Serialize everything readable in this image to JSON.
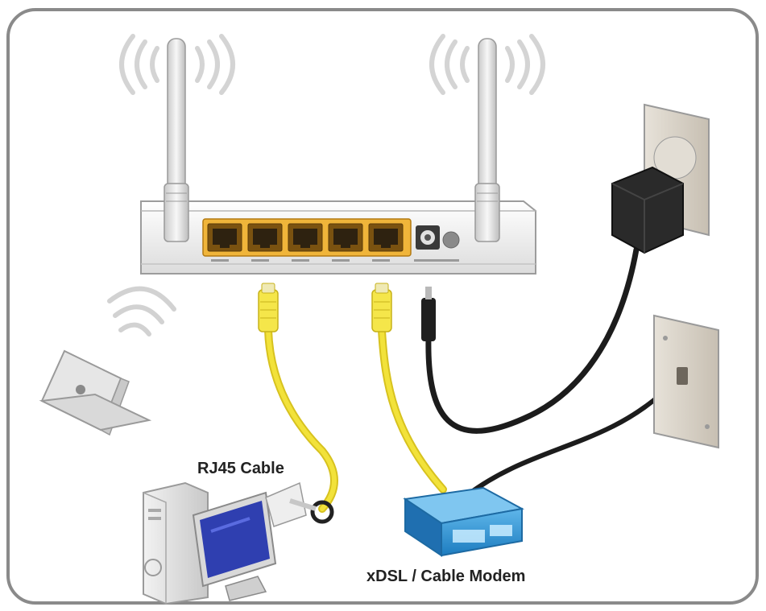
{
  "labels": {
    "rj45_cable": "RJ45 Cable",
    "modem": "xDSL / Cable Modem"
  },
  "colors": {
    "frame_border": "#8a8a8a",
    "router_body": "#f4f4f4",
    "port_panel": "#f0b53a",
    "ethernet_cable": "#f2e23a",
    "power_cable": "#1c1c1c",
    "modem_body": "#2b8fd0",
    "monitor_screen": "#2f3fb0",
    "adapter": "#1f1f1f",
    "wall_plate": "#d6d0c6"
  },
  "icons": {
    "router": "wireless-router-icon",
    "laptop": "laptop-icon",
    "desktop": "desktop-computer-icon",
    "modem": "modem-icon",
    "power_adapter": "power-adapter-icon",
    "phone_jack": "wall-jack-icon"
  },
  "router_ports": 5
}
